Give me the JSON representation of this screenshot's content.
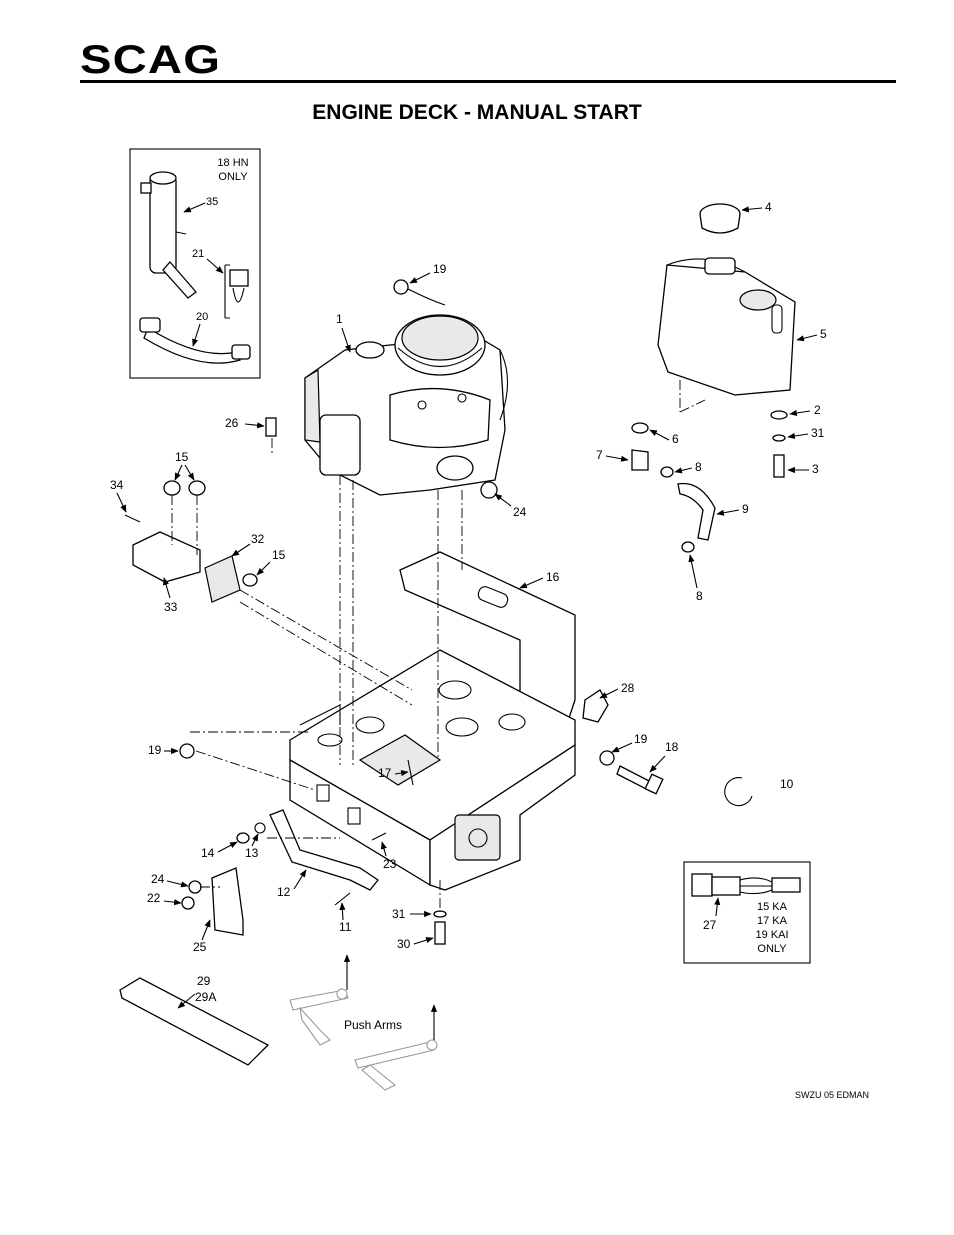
{
  "header": {
    "logo_text": "SCAG",
    "title": "ENGINE DECK - MANUAL START"
  },
  "inset_muffler": {
    "note_line1": "18 HN",
    "note_line2": "ONLY",
    "labels": [
      "35",
      "21",
      "20"
    ]
  },
  "inset_connector": {
    "label": "27",
    "note_lines": [
      "15 KA",
      "17 KA",
      "19 KAI",
      "ONLY"
    ]
  },
  "callouts": {
    "c1": "1",
    "c2": "2",
    "c3": "3",
    "c4": "4",
    "c5": "5",
    "c6": "6",
    "c7": "7",
    "c8a": "8",
    "c8b": "8",
    "c9": "9",
    "c10": "10",
    "c11": "11",
    "c12": "12",
    "c13": "13",
    "c14": "14",
    "c15a": "15",
    "c15b": "15",
    "c16": "16",
    "c17": "17",
    "c18": "18",
    "c19a": "19",
    "c19b": "19",
    "c19c": "19",
    "c22": "22",
    "c23": "23",
    "c24a": "24",
    "c24b": "24",
    "c25": "25",
    "c26": "26",
    "c28": "28",
    "c29": "29",
    "c29a": "29A",
    "c30": "30",
    "c31a": "31",
    "c31b": "31",
    "c32": "32",
    "c33": "33",
    "c34": "34"
  },
  "push_arms_label": "Push Arms",
  "footer_code": "SWZU 05 EDMAN"
}
